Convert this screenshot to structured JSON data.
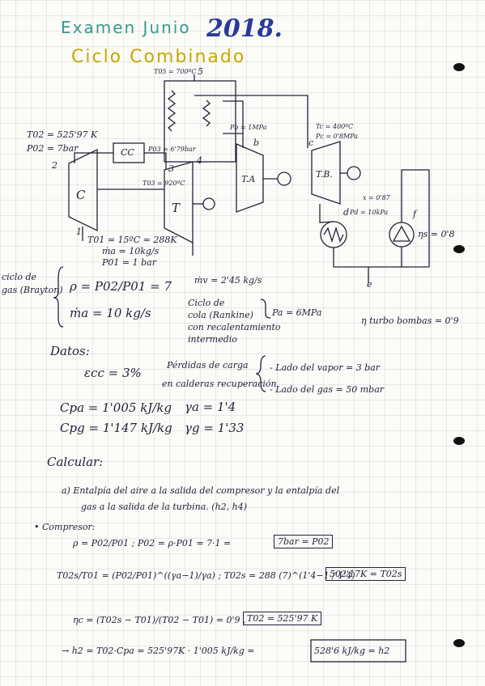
{
  "header": {
    "title": "Examen Junio",
    "year": "2018.",
    "subtitle": "Ciclo Combinado"
  },
  "diagram": {
    "t05": "T05 = 700ºC",
    "pt5": "5",
    "t02": "T02 = 525'97 K",
    "p02": "P02 = 7bar",
    "pt2": "2",
    "cc": "CC",
    "p03": "P03 = 6'79bar",
    "pt3": "3",
    "t03": "T03 = 920ºC",
    "c": "C",
    "t": "T",
    "ta": "T.A",
    "tb": "T.B.",
    "pt4": "4",
    "pt1": "1",
    "pb": "Pb = 1MPa",
    "ptb": "b",
    "tc": "Tc = 400ºC",
    "pc": "Pc = 0'8MPa",
    "ptc": "c",
    "ptd": "d",
    "pd": "Pd = 10kPa",
    "xd": "x = 0'87",
    "pte": "e",
    "ptf": "f",
    "eta": "ηs = 0'8",
    "t01": "T01 = 15ºC = 288K",
    "mia": "ṁa = 10kg/s",
    "p01": "P01 = 1 bar",
    "mv": "ṁv = 2'45 kg/s"
  },
  "section_left": {
    "label1": "ciclo de",
    "label2": "gas (Brayton)",
    "rho": "ρ = P02/P01 = 7",
    "ma": "ṁa = 10 kg/s"
  },
  "section_right": {
    "l1": "Ciclo de",
    "l2": "cola (Rankine)",
    "l3": "con recalentamiento",
    "l4": "intermedio",
    "pa": "Pa = 6MPa",
    "eta": "η turbo bombas = 0'9"
  },
  "datos": {
    "label": "Datos:",
    "ecc": "εcc = 3%",
    "perd1": "Pérdidas de carga",
    "perd2": "en calderas recuperación",
    "vapor": "- Lado del vapor = 3 bar",
    "gas": "- Lado del gas = 50 mbar",
    "cpa": "Cpa = 1'005 kJ/kg",
    "ya": "γa = 1'4",
    "cpg": "Cpg = 1'147 kJ/kg",
    "yg": "γg = 1'33"
  },
  "calcular": {
    "label": "Calcular:",
    "qa1": "a) Entalpía del aire a la salida del compresor y la entalpía del",
    "qa2": "gas a la salida de la turbina. (h2, h4)",
    "comp": "• Compresor:",
    "eq1": "ρ = P02/P01 ;  P02 = ρ·P01 = 7·1 =",
    "eq1box": "7bar = P02",
    "eq2": "T02s/T01 = (P02/P01)^((γa−1)/γa) ;  T02s = 288 (7)^(1'4−1 / 1'4)",
    "eq2box": "502'17K = T02s",
    "eq3": "ηc = (T02s − T01)/(T02 − T01) = 0'9 ,",
    "eq3box": "T02 = 525'97 K",
    "eq4": "→ h2 = T02·Cpa = 525'97K · 1'005 kJ/kg =",
    "eq4box": "528'6 kJ/kg = h2"
  }
}
